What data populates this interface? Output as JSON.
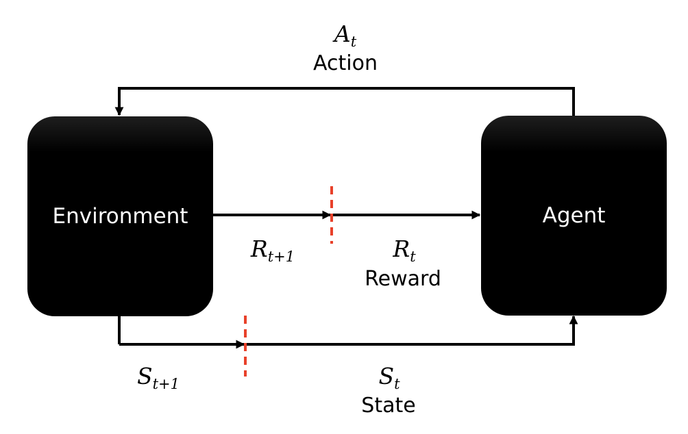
{
  "nodes": {
    "environment": "Environment",
    "agent": "Agent"
  },
  "edges": {
    "action": {
      "symbol": "A",
      "subscript": "t",
      "label": "Action"
    },
    "reward": {
      "symbol": "R",
      "subscript": "t",
      "label": "Reward"
    },
    "reward_next": {
      "symbol": "R",
      "subscript": "t+1"
    },
    "state": {
      "symbol": "S",
      "subscript": "t",
      "label": "State"
    },
    "state_next": {
      "symbol": "S",
      "subscript": "t+1"
    }
  },
  "colors": {
    "box": "#000000",
    "line": "#000000",
    "time_step_marker": "#e8412a"
  }
}
